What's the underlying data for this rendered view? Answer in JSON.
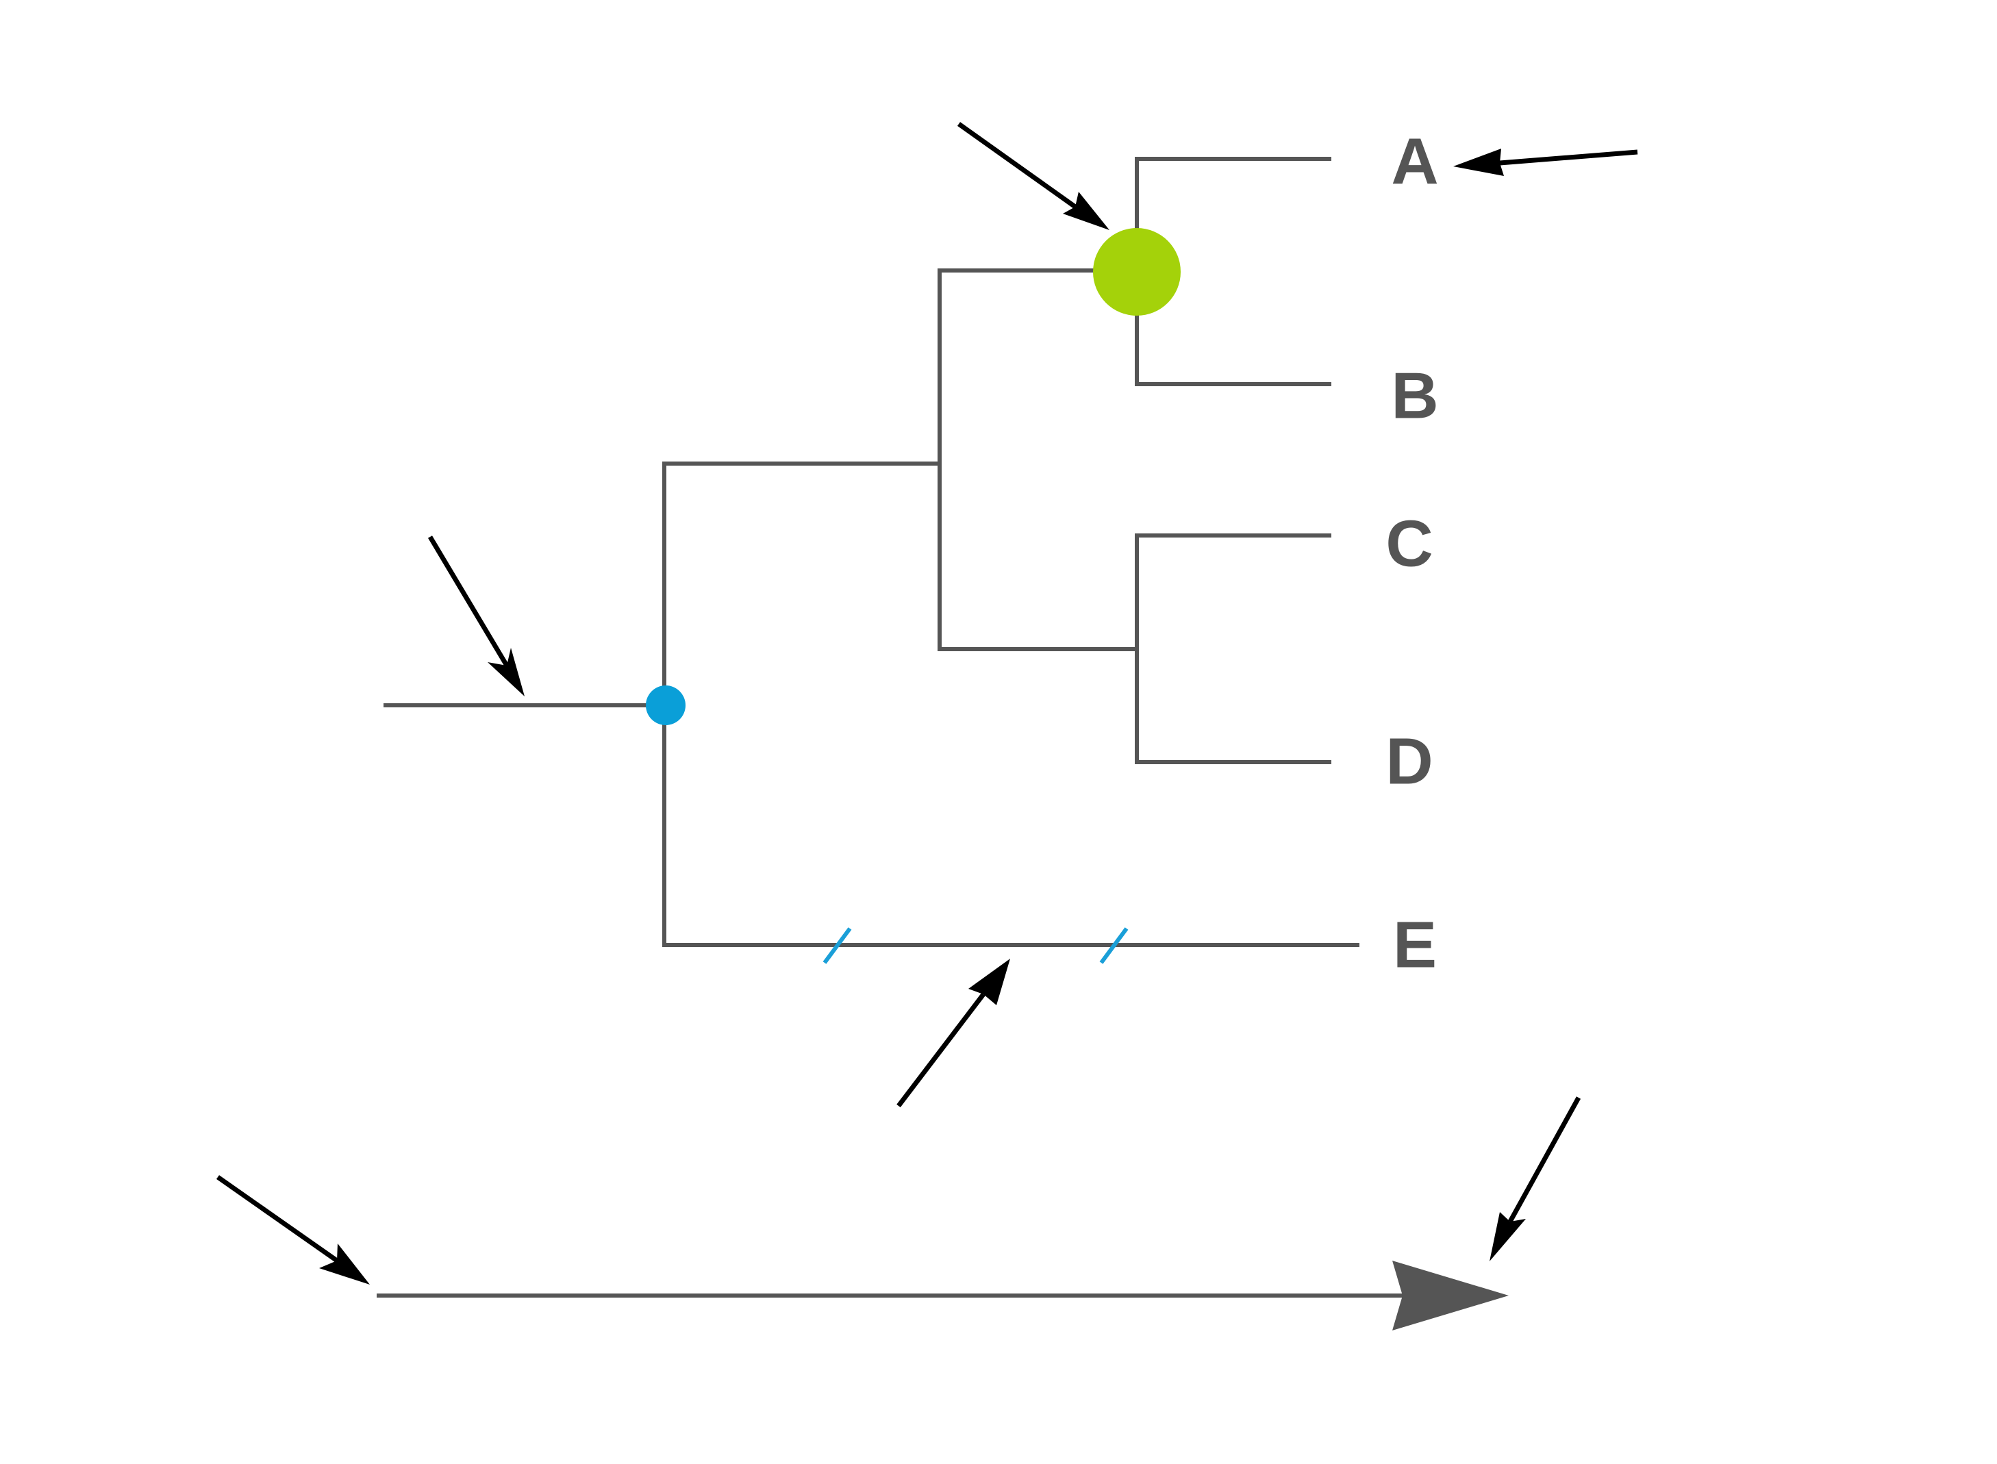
{
  "diagram": {
    "type": "phylogenetic-tree",
    "tips": [
      {
        "id": "A",
        "label": "A"
      },
      {
        "id": "B",
        "label": "B"
      },
      {
        "id": "C",
        "label": "C"
      },
      {
        "id": "D",
        "label": "D"
      },
      {
        "id": "E",
        "label": "E"
      }
    ],
    "nodes": [
      {
        "id": "root",
        "marker": "blue-dot"
      },
      {
        "id": "ab",
        "marker": "green-dot"
      },
      {
        "id": "abcd",
        "marker": "none"
      },
      {
        "id": "cd",
        "marker": "none"
      }
    ],
    "branch_e_break_marks": 2,
    "time_axis": {
      "direction": "left-to-right",
      "arrowhead": "right"
    },
    "pointer_arrow_count": 6
  },
  "colors": {
    "branch": "#555555",
    "label": "#555555",
    "root_node": "#0a9fd8",
    "ab_node": "#a4d20a",
    "break_mark": "#1a9fd8",
    "pointer": "#000000",
    "axis": "#555555"
  }
}
